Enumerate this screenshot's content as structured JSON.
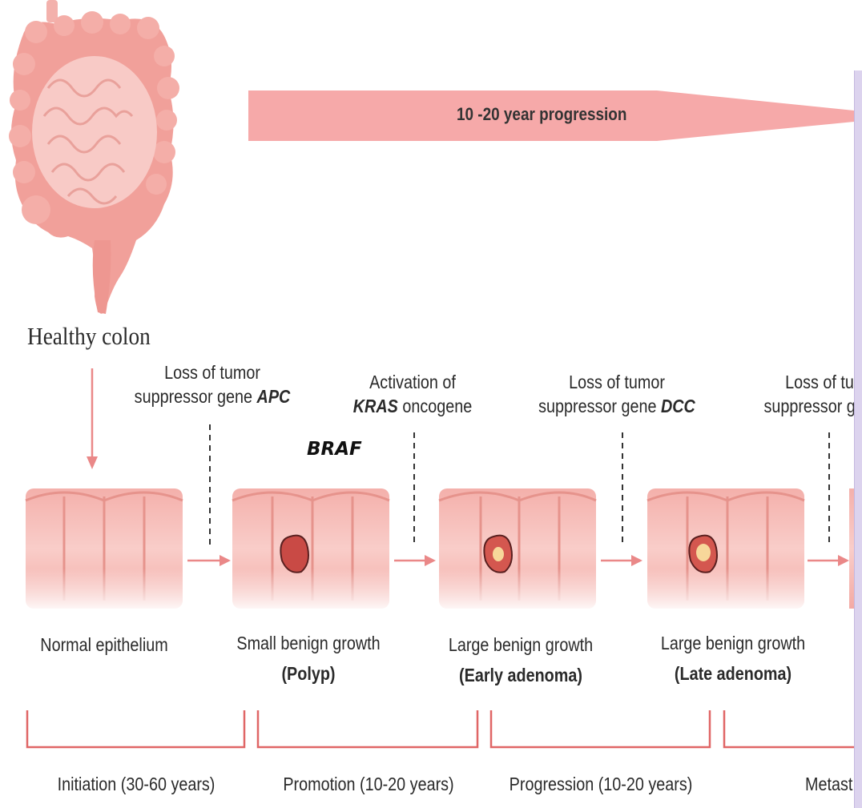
{
  "header": {
    "progression_label": "10 -20 year progression"
  },
  "healthy_colon_label": "Healthy colon",
  "mutations": [
    {
      "line1": "Loss of tumor",
      "line2_prefix": "suppressor gene ",
      "gene": "APC",
      "line2_suffix": ""
    },
    {
      "line1": "Activation of",
      "line2_prefix": "",
      "gene": "KRAS",
      "line2_suffix": " oncogene"
    },
    {
      "line1": "Loss of tumor",
      "line2_prefix": "suppressor gene ",
      "gene": "DCC",
      "line2_suffix": ""
    },
    {
      "line1": "Loss of tu",
      "line2_prefix": "suppressor g",
      "gene": "",
      "line2_suffix": ""
    }
  ],
  "extra_gene": "BRAF",
  "stages": [
    {
      "line1": "Normal epithelium",
      "line2": ""
    },
    {
      "line1": "Small benign growth",
      "line2": "(Polyp)"
    },
    {
      "line1": "Large benign growth",
      "line2": "(Early adenoma)"
    },
    {
      "line1": "Large benign growth",
      "line2": "(Late adenoma)"
    }
  ],
  "phases": [
    "Initiation (30-60 years)",
    "Promotion  (10-20 years)",
    "Progression  (10-20 years)",
    "Metast"
  ],
  "colors": {
    "arrow_pink": "#f4a3a3",
    "bracket_red": "#e06666",
    "tissue_pink": "#f6b8b4",
    "tissue_dark": "#e9928c",
    "polyp_dark": "#c94a45",
    "panel_lavender": "#dcd3ee"
  }
}
